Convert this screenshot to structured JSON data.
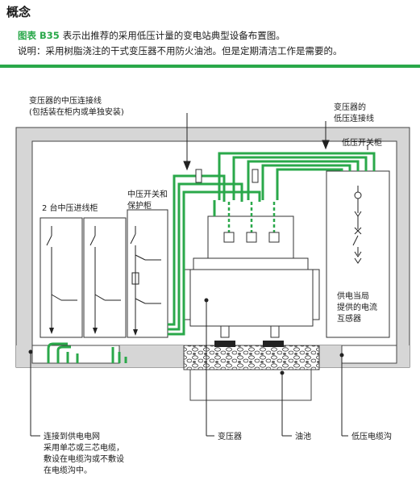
{
  "heading": "概念",
  "caption": {
    "figure_label": "图表 B35",
    "text": "表示出推荐的采用低压计量的变电站典型设备布置图。"
  },
  "note": "说明：采用树脂浇注的干式变压器不用防火油池。但是定期清洁工作是需要的。",
  "labels": {
    "mv_line_1": "变压器的中压连接线",
    "mv_line_2": "(包括装在柜内或单独安装)",
    "lv_conn_1": "变压器的",
    "lv_conn_2": "低压连接线",
    "lv_switchgear": "低压开关柜",
    "mv_incoming": "2 台中压进线柜",
    "mv_switch_1": "中压开关和",
    "mv_switch_2": "保护柜",
    "ct_1": "供电当局",
    "ct_2": "提供的电流",
    "ct_3": "互感器",
    "grid_1": "连接到供电电网",
    "grid_2": "采用单芯或三芯电缆，",
    "grid_3": "敷设在电缆沟或不敷设",
    "grid_4": "在电缆沟中。",
    "transformer": "变压器",
    "oil_pit": "油池",
    "lv_trench": "低压电缆沟"
  },
  "colors": {
    "accent": "#2aa84a",
    "line": "#333333"
  }
}
